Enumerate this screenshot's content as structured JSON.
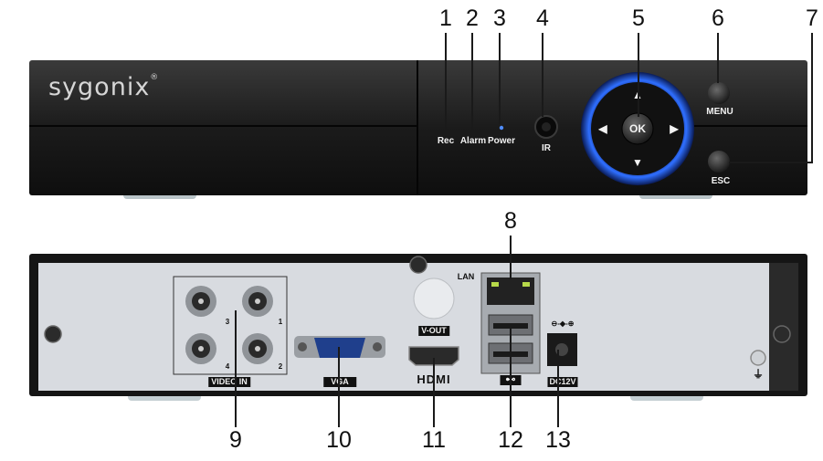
{
  "front": {
    "brand": "sygonix",
    "brand_mark": "®",
    "indicators": [
      "Rec",
      "Alarm",
      "Power"
    ],
    "ir_label": "IR",
    "ok_label": "OK",
    "menu_label": "MENU",
    "esc_label": "ESC",
    "arrows": {
      "up": "▲",
      "down": "▼",
      "left": "◀",
      "right": "▶"
    }
  },
  "back": {
    "lan_label": "LAN",
    "vout_label": "V-OUT",
    "video_in_label": "VIDEO IN",
    "vga_label": "VGA",
    "hdmi_label": "HDMI",
    "usb_label": "⊷",
    "dc_label": "DC12V",
    "bnc_numbers": [
      "3",
      "1",
      "4",
      "2"
    ],
    "ground_symbol": "⏚",
    "polarity_symbol": "⊖-◆-⊕"
  },
  "callouts": {
    "n1": "1",
    "n2": "2",
    "n3": "3",
    "n4": "4",
    "n5": "5",
    "n6": "6",
    "n7": "7",
    "n8": "8",
    "n9": "9",
    "n10": "10",
    "n11": "11",
    "n12": "12",
    "n13": "13"
  },
  "colors": {
    "chassis": "#1c1c1c",
    "back_panel": "#d9dce0",
    "ring_blue": "#2a6bff",
    "power_led": "#4f8cff",
    "lan_led": "#b7d94a"
  }
}
